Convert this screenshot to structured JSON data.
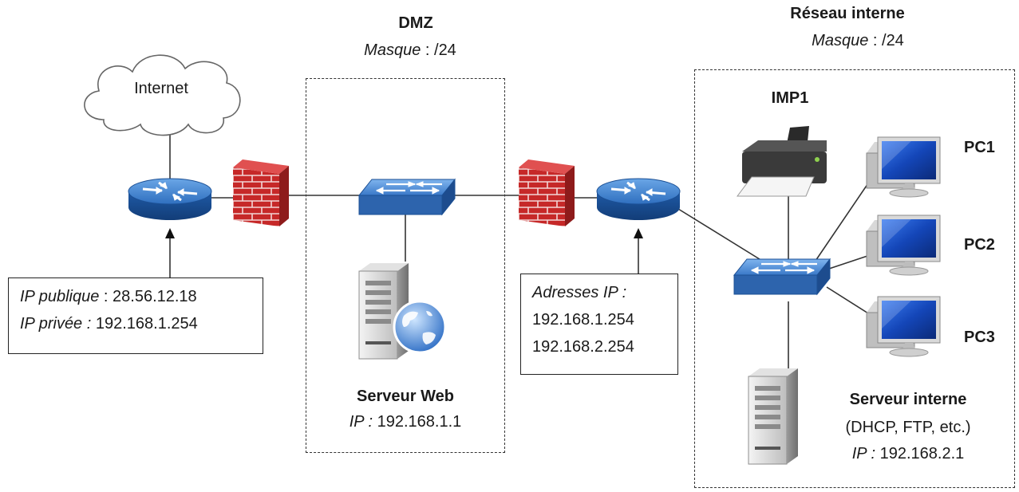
{
  "zones": {
    "dmz": {
      "title": "DMZ",
      "mask_label": "Masque",
      "mask_value": " : /24"
    },
    "internal": {
      "title": "Réseau interne",
      "mask_label": "Masque",
      "mask_value": " : /24"
    }
  },
  "internet": {
    "label": "Internet"
  },
  "router_left_info": {
    "public_label": "IP publique",
    "public_value": "  : 28.56.12.18",
    "private_label": "IP privée :",
    "private_value": " 192.168.1.254"
  },
  "router_right_info": {
    "label": "Adresses IP :",
    "addresses": [
      "192.168.1.254",
      "192.168.2.254"
    ]
  },
  "web_server": {
    "name": "Serveur Web",
    "ip_label": "IP :",
    "ip_value": " 192.168.1.1"
  },
  "internal_server": {
    "name": "Serveur interne",
    "services": "(DHCP, FTP, etc.)",
    "ip_label": "IP :",
    "ip_value": " 192.168.2.1"
  },
  "printer": {
    "name": "IMP1"
  },
  "pcs": [
    {
      "name": "PC1"
    },
    {
      "name": "PC2"
    },
    {
      "name": "PC3"
    }
  ],
  "colors": {
    "router_blue": "#2f6fbf",
    "switch_blue": "#3a78c8",
    "firewall_red": "#c62828",
    "screen_blue": "#1446b8"
  }
}
